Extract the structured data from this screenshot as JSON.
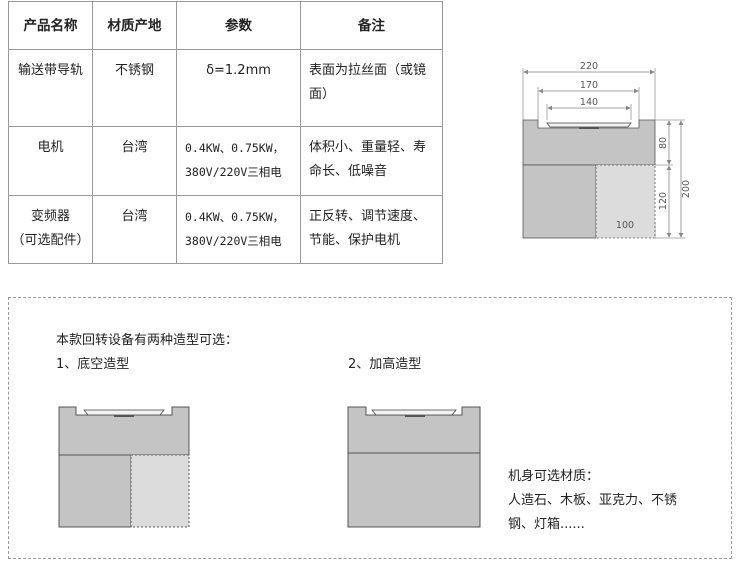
{
  "table": {
    "headers": [
      "产品名称",
      "材质产地",
      "参数",
      "备注"
    ],
    "rows": [
      {
        "name": "输送带导轨",
        "origin": "不锈钢",
        "param": [
          "δ=1.2mm"
        ],
        "note": [
          "表面为拉丝面（或镜",
          "面）"
        ]
      },
      {
        "name": "电机",
        "origin": "台湾",
        "param": [
          "0.4KW、0.75KW，",
          "380V/220V三相电"
        ],
        "note": [
          "体积小、重量轻、寿",
          "命长、低噪音"
        ]
      },
      {
        "name": [
          "变频器",
          "（可选配件）"
        ],
        "origin": "台湾",
        "param": [
          "0.4KW、0.75KW，",
          "380V/220V三相电"
        ],
        "note": [
          "正反转、调节速度、",
          "节能、保护电机"
        ]
      }
    ]
  },
  "dimensions": {
    "top_widths": [
      "220",
      "170",
      "140"
    ],
    "heights": [
      "80",
      "200",
      "120"
    ],
    "bottom_width": "100"
  },
  "styles": {
    "intro": "本款回转设备有两种造型可选：",
    "option1": "1、底空造型",
    "option2": "2、加高造型"
  },
  "materials": {
    "title": "机身可选材质：",
    "line1": "人造石、木板、亚克力、不锈",
    "line2": "钢、灯箱......"
  },
  "colors": {
    "body_gray": "#c4c4c4",
    "light_gray": "#dcdcdc",
    "border": "#9a9a9a"
  }
}
